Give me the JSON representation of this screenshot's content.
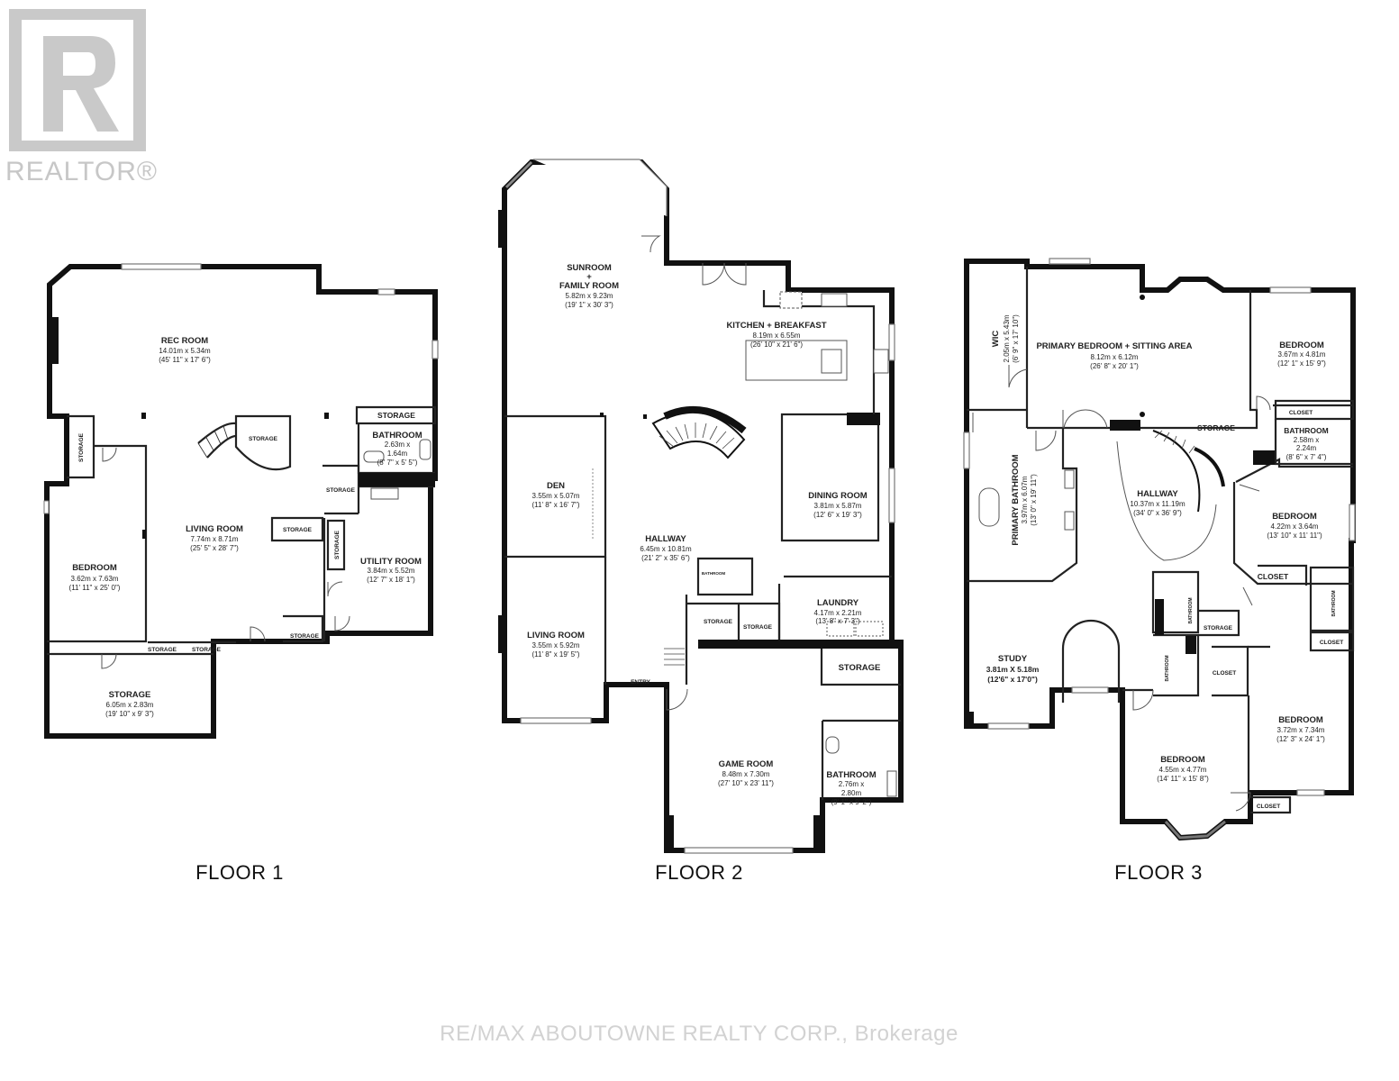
{
  "logo": {
    "text": "REALTOR®"
  },
  "brokerage": "RE/MAX ABOUTOWNE REALTY CORP., Brokerage",
  "floors": [
    {
      "label": "FLOOR 1",
      "rooms": [
        {
          "id": "rec-room",
          "name": "REC ROOM",
          "dims": [
            "14.01m x 5.34m",
            "(45' 11\" x 17' 6\")"
          ]
        },
        {
          "id": "living-room",
          "name": "LIVING ROOM",
          "dims": [
            "7.74m x 8.71m",
            "(25' 5\" x 28' 7\")"
          ]
        },
        {
          "id": "bedroom",
          "name": "BEDROOM",
          "dims": [
            "3.62m x 7.63m",
            "(11' 11\" x 25' 0\")"
          ]
        },
        {
          "id": "bathroom",
          "name": "BATHROOM",
          "dims": [
            "2.63m x",
            "1.64m",
            "(8' 7\" x 5' 5\")"
          ]
        },
        {
          "id": "utility-room",
          "name": "UTILITY ROOM",
          "dims": [
            "3.84m x 5.52m",
            "(12' 7\" x 18' 1\")"
          ]
        },
        {
          "id": "storage-large",
          "name": "STORAGE",
          "dims": [
            "6.05m x 2.83m",
            "(19' 10\" x 9' 3\")"
          ]
        }
      ],
      "small_labels": [
        "STORAGE",
        "STORAGE",
        "STORAGE",
        "STORAGE",
        "STORAGE",
        "STORAGE",
        "STORAGE",
        "STORAGE",
        "STORAGE"
      ]
    },
    {
      "label": "FLOOR 2",
      "rooms": [
        {
          "id": "sunroom",
          "name": "SUNROOM",
          "name2": "+",
          "name3": "FAMILY ROOM",
          "dims": [
            "5.82m x 9.23m",
            "(19' 1\" x 30' 3\")"
          ]
        },
        {
          "id": "kitchen",
          "name": "KITCHEN + BREAKFAST",
          "dims": [
            "8.19m x 6.55m",
            "(26' 10\" x 21' 6\")"
          ]
        },
        {
          "id": "den",
          "name": "DEN",
          "dims": [
            "3.55m x 5.07m",
            "(11' 8\" x 16' 7\")"
          ]
        },
        {
          "id": "dining-room",
          "name": "DINING ROOM",
          "dims": [
            "3.81m x 5.87m",
            "(12' 6\" x 19' 3\")"
          ]
        },
        {
          "id": "hallway",
          "name": "HALLWAY",
          "dims": [
            "6.45m x 10.81m",
            "(21' 2\" x 35' 6\")"
          ]
        },
        {
          "id": "living-room",
          "name": "LIVING ROOM",
          "dims": [
            "3.55m x 5.92m",
            "(11' 8\" x 19' 5\")"
          ]
        },
        {
          "id": "laundry",
          "name": "LAUNDRY",
          "dims": [
            "4.17m x 2.21m",
            "(13' 8\" x 7' 3\")"
          ]
        },
        {
          "id": "game-room",
          "name": "GAME ROOM",
          "dims": [
            "8.48m x 7.30m",
            "(27' 10\" x 23' 11\")"
          ]
        },
        {
          "id": "bathroom",
          "name": "BATHROOM",
          "dims": [
            "2.76m x",
            "2.80m",
            "(9' 1\" x 9' 2\")"
          ]
        }
      ],
      "small_labels": [
        "STORAGE",
        "STORAGE",
        "STORAGE",
        "ENTRY",
        "BATHROOM"
      ]
    },
    {
      "label": "FLOOR 3",
      "rooms": [
        {
          "id": "wic",
          "name": "WIC",
          "dims": [
            "2.05m x 5.43m",
            "(6' 9\" x 17' 10\")"
          ]
        },
        {
          "id": "primary-bedroom",
          "name": "PRIMARY BEDROOM + SITTING AREA",
          "dims": [
            "8.12m x 6.12m",
            "(26' 8\" x 20' 1\")"
          ]
        },
        {
          "id": "bedroom-ne",
          "name": "BEDROOM",
          "dims": [
            "3.67m x 4.81m",
            "(12' 1\" x 15' 9\")"
          ]
        },
        {
          "id": "bathroom-e",
          "name": "BATHROOM",
          "dims": [
            "2.58m x",
            "2.24m",
            "(8' 6\" x 7' 4\")"
          ]
        },
        {
          "id": "primary-bathroom",
          "name": "PRIMARY BATHROOM",
          "dims": [
            "3.97m x 6.07m",
            "(13' 0\" x 19' 11\")"
          ]
        },
        {
          "id": "hallway",
          "name": "HALLWAY",
          "dims": [
            "10.37m x 11.19m",
            "(34' 0\" x 36' 9\")"
          ]
        },
        {
          "id": "bedroom-e",
          "name": "BEDROOM",
          "dims": [
            "4.22m x 3.64m",
            "(13' 10\" x 11' 11\")"
          ]
        },
        {
          "id": "study",
          "name": "STUDY",
          "dims": [
            "3.81m X 5.18m",
            "(12'6\" x 17'0\")"
          ]
        },
        {
          "id": "bedroom-s",
          "name": "BEDROOM",
          "dims": [
            "4.55m x 4.77m",
            "(14' 11\" x 15' 8\")"
          ]
        },
        {
          "id": "bedroom-se",
          "name": "BEDROOM",
          "dims": [
            "3.72m x 7.34m",
            "(12' 3\" x 24' 1\")"
          ]
        }
      ],
      "small_labels": [
        "STORAGE",
        "CLOSET",
        "CLOSET",
        "CLOSET",
        "CLOSET",
        "CLOSET",
        "STORAGE",
        "BATHROOM",
        "BATHROOM",
        "BATHROOM"
      ]
    }
  ],
  "colors": {
    "wall": "#111111",
    "watermark": "#c7c7c7",
    "background": "#ffffff"
  }
}
